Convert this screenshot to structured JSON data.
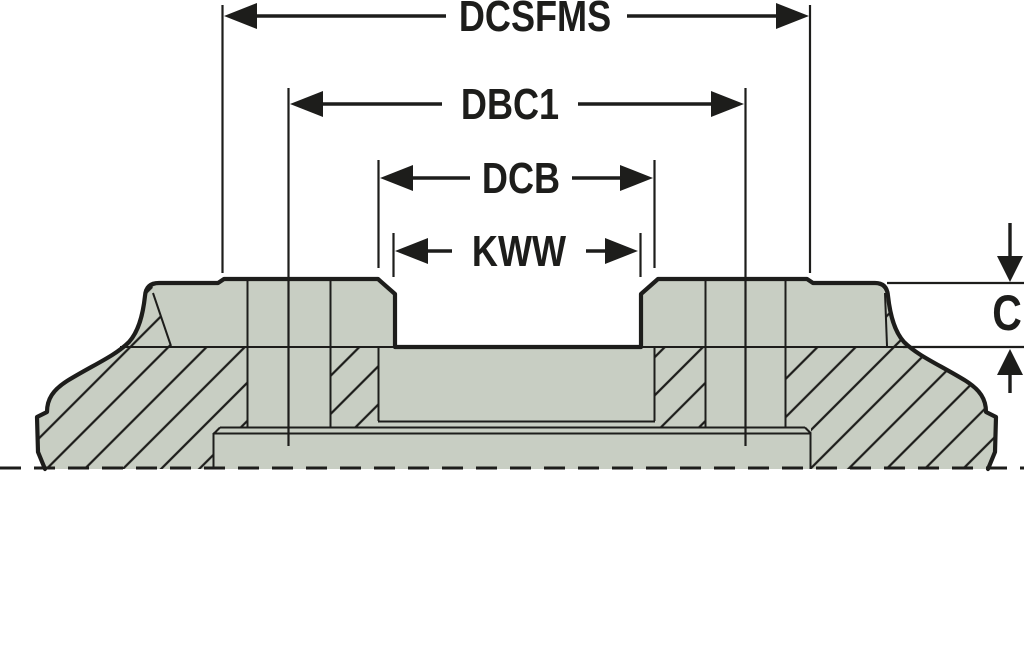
{
  "drawing": {
    "type": "technical-cross-section",
    "labels": {
      "dcsfms": "DCSFMS",
      "dbc1": "DBC1",
      "dcb": "DCB",
      "kww": "KWW",
      "c": "C"
    }
  },
  "colors": {
    "background": "#ffffff",
    "line": "#1d1d1b",
    "part_fill": "#c8cec3"
  }
}
